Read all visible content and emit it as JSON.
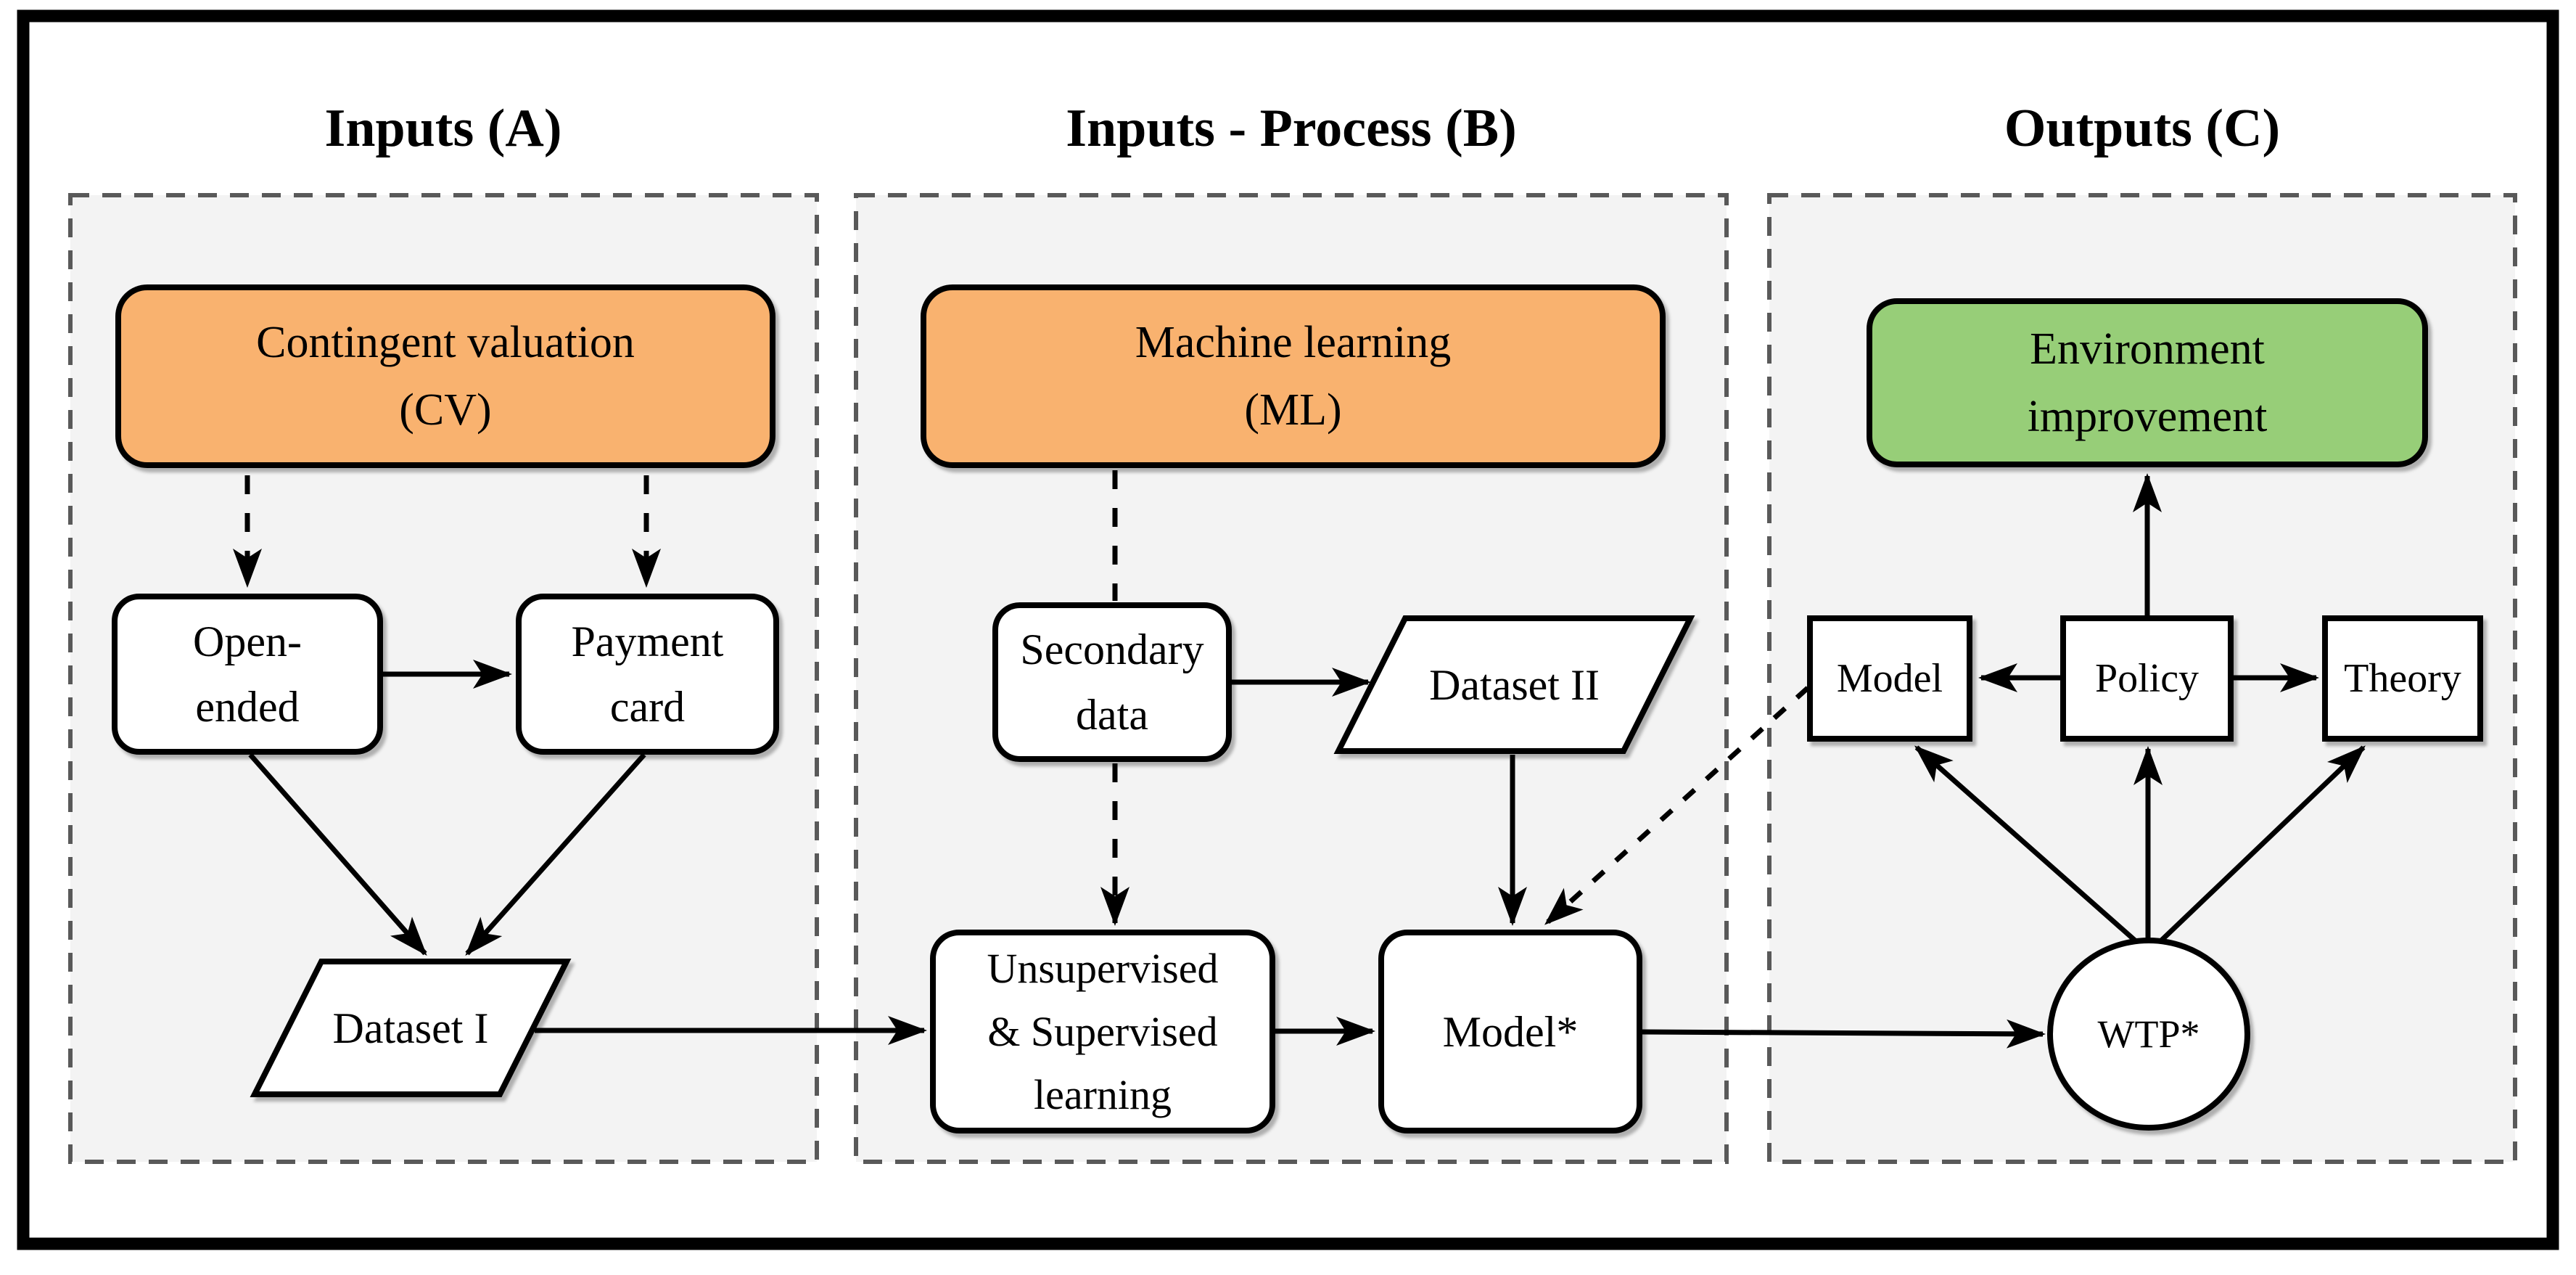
{
  "diagram": {
    "type": "flowchart",
    "columns": [
      {
        "id": "A",
        "title": "Inputs (A)"
      },
      {
        "id": "B",
        "title": "Inputs - Process (B)"
      },
      {
        "id": "C",
        "title": "Outputs (C)"
      }
    ],
    "nodes": {
      "cv": {
        "label": "Contingent valuation\n(CV)",
        "shape": "rounded-rect",
        "fill": "#F9B26F",
        "column": "A"
      },
      "open_ended": {
        "label": "Open-\nended",
        "shape": "rounded-rect",
        "fill": "#FFFFFF",
        "column": "A"
      },
      "payment": {
        "label": "Payment\ncard",
        "shape": "rounded-rect",
        "fill": "#FFFFFF",
        "column": "A"
      },
      "dataset1": {
        "label": "Dataset I",
        "shape": "parallelogram",
        "fill": "#FFFFFF",
        "column": "A"
      },
      "ml": {
        "label": "Machine learning\n(ML)",
        "shape": "rounded-rect",
        "fill": "#F9B26F",
        "column": "B"
      },
      "secondary": {
        "label": "Secondary\ndata",
        "shape": "rounded-rect",
        "fill": "#FFFFFF",
        "column": "B"
      },
      "dataset2": {
        "label": "Dataset II",
        "shape": "parallelogram",
        "fill": "#FFFFFF",
        "column": "B"
      },
      "unsup": {
        "label": "Unsupervised\n& Supervised\nlearning",
        "shape": "rounded-rect",
        "fill": "#FFFFFF",
        "column": "B"
      },
      "modelstar": {
        "label": "Model*",
        "shape": "rounded-rect",
        "fill": "#FFFFFF",
        "column": "B"
      },
      "env": {
        "label": "Environment\nimprovement",
        "shape": "rounded-rect",
        "fill": "#97CE78",
        "column": "C"
      },
      "model": {
        "label": "Model",
        "shape": "rect",
        "fill": "#FFFFFF",
        "column": "C"
      },
      "policy": {
        "label": "Policy",
        "shape": "rect",
        "fill": "#FFFFFF",
        "column": "C"
      },
      "theory": {
        "label": "Theory",
        "shape": "rect",
        "fill": "#FFFFFF",
        "column": "C"
      },
      "wtp": {
        "label": "WTP*",
        "shape": "ellipse",
        "fill": "#FFFFFF",
        "column": "C"
      }
    },
    "edges": [
      {
        "from": "cv",
        "to": "open_ended",
        "style": "dashed",
        "arrow": true
      },
      {
        "from": "cv",
        "to": "payment",
        "style": "dashed",
        "arrow": true
      },
      {
        "from": "open_ended",
        "to": "payment",
        "style": "solid",
        "arrow": true
      },
      {
        "from": "open_ended",
        "to": "dataset1",
        "style": "solid",
        "arrow": true
      },
      {
        "from": "payment",
        "to": "dataset1",
        "style": "solid",
        "arrow": true
      },
      {
        "from": "dataset1",
        "to": "unsup",
        "style": "solid",
        "arrow": true
      },
      {
        "from": "ml",
        "to": "secondary",
        "style": "dashed",
        "arrow": false
      },
      {
        "from": "secondary",
        "to": "dataset2",
        "style": "solid",
        "arrow": true
      },
      {
        "from": "secondary",
        "to": "unsup",
        "style": "dashed",
        "arrow": true
      },
      {
        "from": "dataset2",
        "to": "modelstar",
        "style": "solid",
        "arrow": true
      },
      {
        "from": "unsup",
        "to": "modelstar",
        "style": "solid",
        "arrow": true
      },
      {
        "from": "modelstar",
        "to": "wtp",
        "style": "solid",
        "arrow": true
      },
      {
        "from": "model",
        "to": "modelstar",
        "style": "dashed",
        "arrow": true
      },
      {
        "from": "wtp",
        "to": "model",
        "style": "solid",
        "arrow": true
      },
      {
        "from": "wtp",
        "to": "policy",
        "style": "solid",
        "arrow": true
      },
      {
        "from": "wtp",
        "to": "theory",
        "style": "solid",
        "arrow": true
      },
      {
        "from": "policy",
        "to": "model",
        "style": "solid",
        "arrow": true
      },
      {
        "from": "policy",
        "to": "theory",
        "style": "solid",
        "arrow": true
      },
      {
        "from": "policy",
        "to": "env",
        "style": "solid",
        "arrow": true
      }
    ],
    "colors": {
      "orange": "#F9B26F",
      "green": "#97CE78",
      "panel_bg": "#F3F3F3",
      "panel_border": "#595959",
      "line": "#000000",
      "node_fill": "#FFFFFF",
      "frame": "#000000"
    }
  }
}
